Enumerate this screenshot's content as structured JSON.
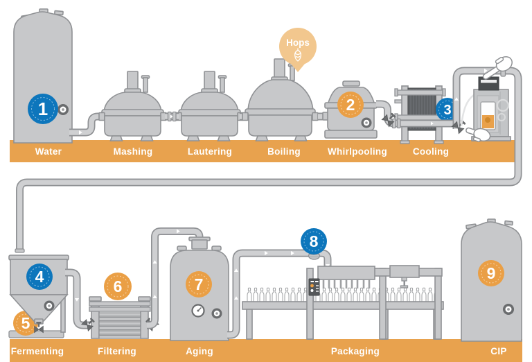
{
  "labels": {
    "top": [
      "Water",
      "Mashing",
      "Lautering",
      "Boiling",
      "Whirlpooling",
      "Cooling"
    ],
    "bottom": [
      "Fermenting",
      "Filtering",
      "Aging",
      "Packaging",
      "CIP"
    ]
  },
  "badges": [
    {
      "number": "1",
      "color": "#0D76BC"
    },
    {
      "number": "2",
      "color": "#EA9F45"
    },
    {
      "number": "3",
      "color": "#0D76BC"
    },
    {
      "number": "4",
      "color": "#0D76BC"
    },
    {
      "number": "5",
      "color": "#EA9F45"
    },
    {
      "number": "6",
      "color": "#EA9F45"
    },
    {
      "number": "7",
      "color": "#EA9F45"
    },
    {
      "number": "8",
      "color": "#0D76BC"
    },
    {
      "number": "9",
      "color": "#EA9F45"
    }
  ],
  "callout": {
    "label": "Hops",
    "color": "#F2C78E"
  },
  "colors": {
    "banner": "#E8A24E",
    "equipment": "#C7C8CA",
    "outline": "#8F9194",
    "dark": "#5E6164",
    "beer": "#E9A14B",
    "background": "#FFFFFF"
  }
}
